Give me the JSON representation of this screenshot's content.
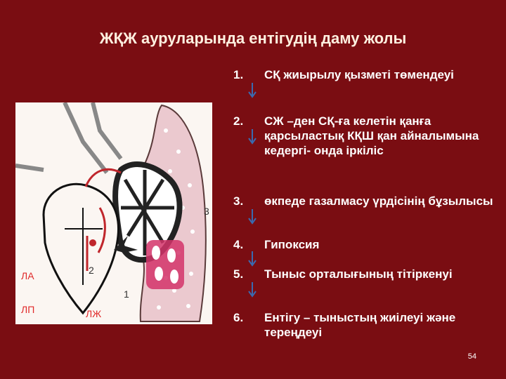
{
  "slide": {
    "title": "ЖҚЖ ауруларында ентігудің даму жолы",
    "page_number": "54"
  },
  "illustration": {
    "labels": {
      "la": "ЛА",
      "lp": "ЛП",
      "lzh": "ЛЖ",
      "n1": "1",
      "n2": "2",
      "n3": "3"
    }
  },
  "steps": [
    {
      "num": "1.",
      "text": "СҚ жиырылу қызметі төмендеуі"
    },
    {
      "num": "2.",
      "text": "СЖ –ден СҚ-ға келетін қанға қарсыластық КҚШ қан айналымына кедергі- онда іркіліс"
    },
    {
      "num": "3.",
      "text": "өкпеде газалмасу үрдісінің бұзылысы"
    },
    {
      "num": "4.",
      "text": "Гипоксия"
    },
    {
      "num": "5.",
      "text": "Тыныс орталығының тітіркенуі"
    },
    {
      "num": "6.",
      "text": "Ентігу – тыныстың жиілеуі және тереңдеуі"
    }
  ]
}
